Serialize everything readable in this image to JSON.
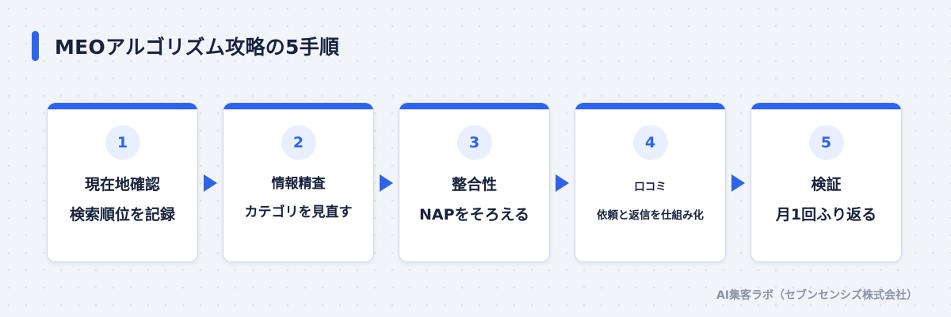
{
  "title": "MEOアルゴリズム攻略の5手順",
  "accent_color": "#2f64e6",
  "steps": [
    {
      "number": "1",
      "line1": "現在地確認",
      "line2": "検索順位を記録"
    },
    {
      "number": "2",
      "line1": "情報精査",
      "line2": "カテゴリを見直す"
    },
    {
      "number": "3",
      "line1": "整合性",
      "line2": "NAPをそろえる"
    },
    {
      "number": "4",
      "line1": "口コミ",
      "line2": "依頼と返信を仕組み化"
    },
    {
      "number": "5",
      "line1": "検証",
      "line2": "月1回ふり返る"
    }
  ],
  "arrow_icon": "triangle-right-icon",
  "credit": "AI集客ラボ（セブンセンシズ株式会社）"
}
